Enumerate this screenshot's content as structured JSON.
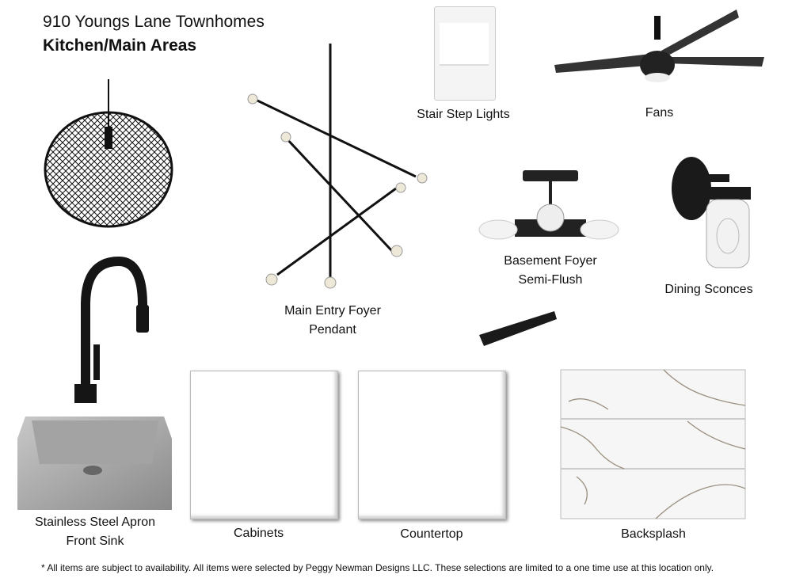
{
  "header": {
    "title": "910 Youngs Lane Townhomes",
    "subtitle": "Kitchen/Main Areas"
  },
  "items": {
    "stair": "Stair Step Lights",
    "fans": "Fans",
    "pendant_line1": "Main Entry Foyer",
    "pendant_line2": "Pendant",
    "basement_line1": "Basement Foyer",
    "basement_line2": "Semi-Flush",
    "sconces": "Dining Sconces",
    "sink_line1": "Stainless Steel Apron",
    "sink_line2": "Front Sink",
    "cabinets": "Cabinets",
    "countertop": "Countertop",
    "backsplash": "Backsplash"
  },
  "footer": "* All items are subject to availability. All items were selected by Peggy Newman Designs LLC.  These selections are limited to a one time use at this location only."
}
